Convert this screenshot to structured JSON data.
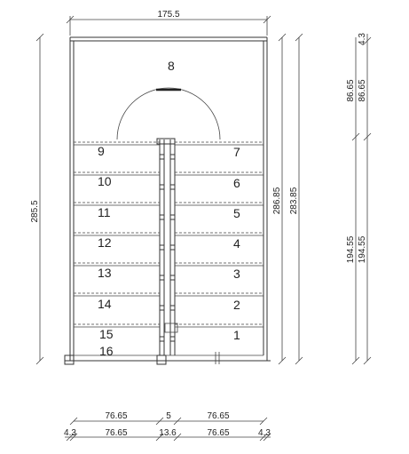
{
  "dimensions": {
    "top_width": "175.5",
    "left_height": "285.5",
    "right_height_inner": "286.85",
    "right_height_outer": "283.85",
    "right_column_a": {
      "top": "86.65",
      "bottom": "194.55"
    },
    "right_column_b": {
      "cap": "4.3",
      "top": "86.65",
      "bottom": "194.55"
    },
    "bottom_row_1": [
      "76.65",
      "5",
      "76.65"
    ],
    "bottom_row_2": [
      "4.3",
      "76.65",
      "13.6",
      "76.65",
      "4.3"
    ]
  },
  "landing_label": "8",
  "left_steps": [
    "9",
    "10",
    "11",
    "12",
    "13",
    "14",
    "15",
    "16"
  ],
  "right_steps": [
    "7",
    "6",
    "5",
    "4",
    "3",
    "2",
    "1"
  ]
}
